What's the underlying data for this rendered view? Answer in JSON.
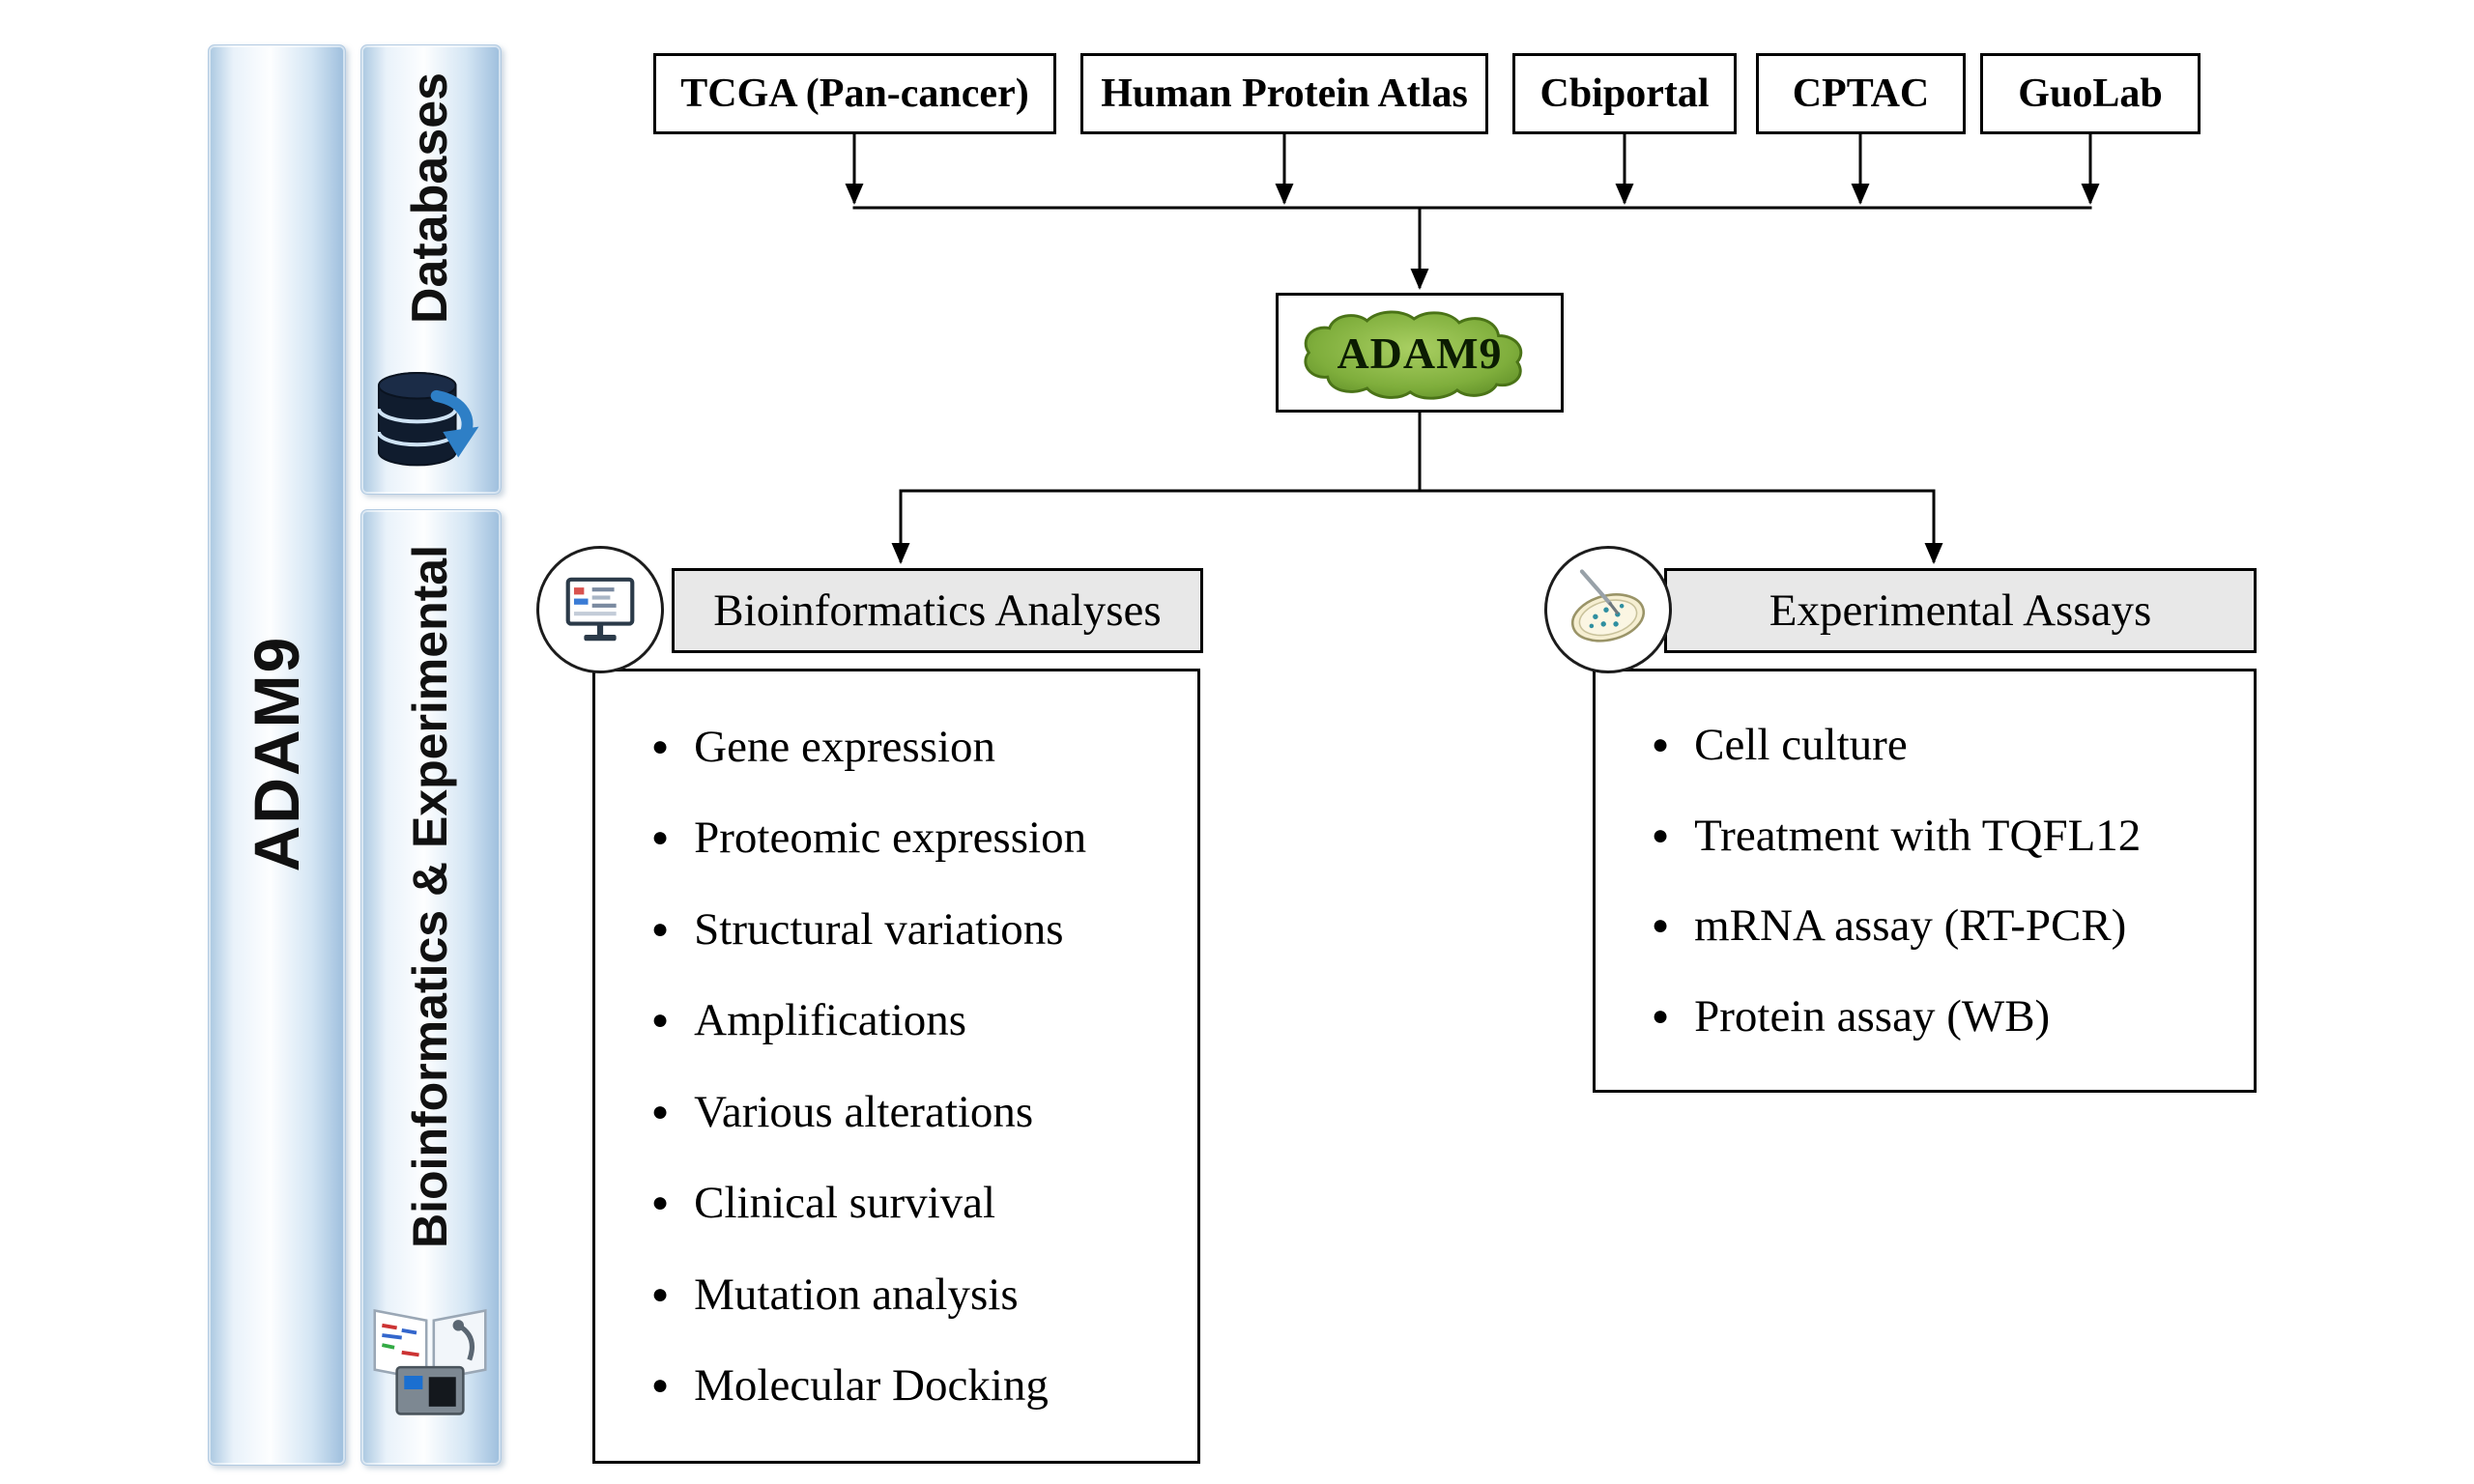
{
  "sidebar": {
    "adam9": "ADAM9",
    "databases": "Databases",
    "bioinformatics_experimental": "Bioinformatics & Experimental"
  },
  "sources": [
    {
      "label": "TCGA (Pan-cancer)"
    },
    {
      "label": "Human Protein Atlas"
    },
    {
      "label": "Cbiportal"
    },
    {
      "label": "CPTAC"
    },
    {
      "label": "GuoLab"
    }
  ],
  "center_node": {
    "label": "ADAM9"
  },
  "left_panel": {
    "title": "Bioinformatics Analyses",
    "items": [
      "Gene expression",
      "Proteomic expression",
      "Structural variations",
      "Amplifications",
      "Various alterations",
      "Clinical survival",
      "Mutation analysis",
      "Molecular Docking"
    ]
  },
  "right_panel": {
    "title": "Experimental Assays",
    "items": [
      "Cell culture",
      "Treatment with TQFL12",
      "mRNA assay (RT-PCR)",
      "Protein assay (WB)"
    ]
  },
  "glyphs": {
    "bullet": "●"
  },
  "colors": {
    "bar_fill_light": "#fdfeff",
    "bar_fill_dark": "#9dbedd",
    "header_fill": "#e8e8e8",
    "blob_green": "#7fae3c",
    "blob_green_dark": "#4a7317",
    "arrow": "#000000",
    "database_blue": "#2e7fc6"
  }
}
